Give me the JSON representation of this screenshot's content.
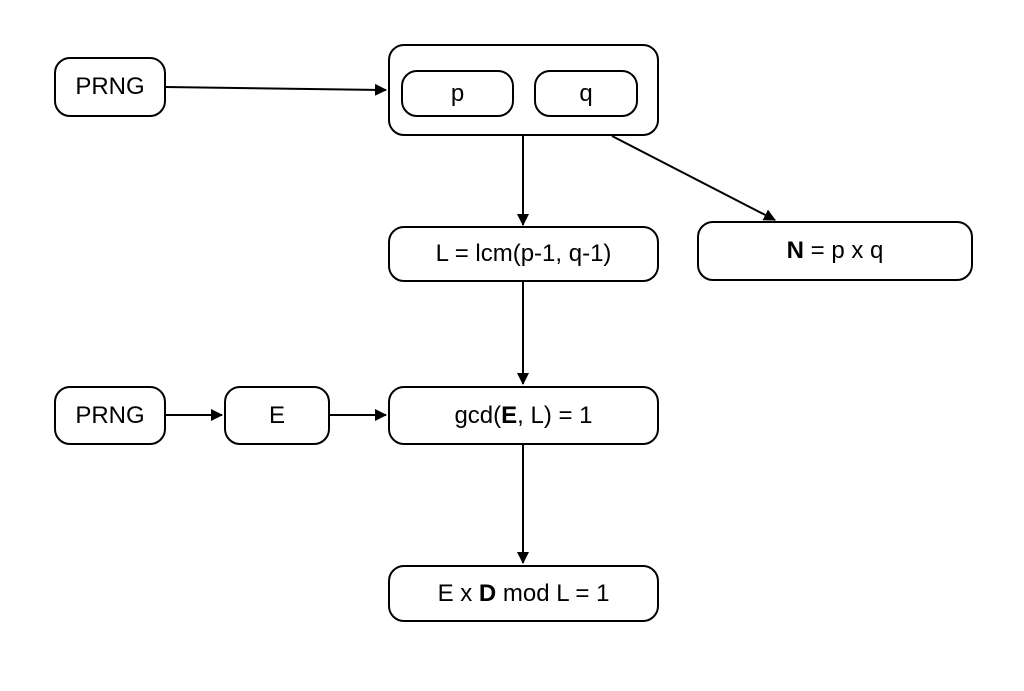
{
  "nodes": {
    "prng_top": "PRNG",
    "p": "p",
    "q": "q",
    "lcm": "L = lcm(p-1, q-1)",
    "n_var": "N",
    "n_rest": " = p x q",
    "prng_bottom": "PRNG",
    "e": "E",
    "gcd_pre": "gcd(",
    "gcd_var": "E",
    "gcd_post": ", L) = 1",
    "d_pre": "E x ",
    "d_var": "D",
    "d_post": " mod L = 1"
  }
}
